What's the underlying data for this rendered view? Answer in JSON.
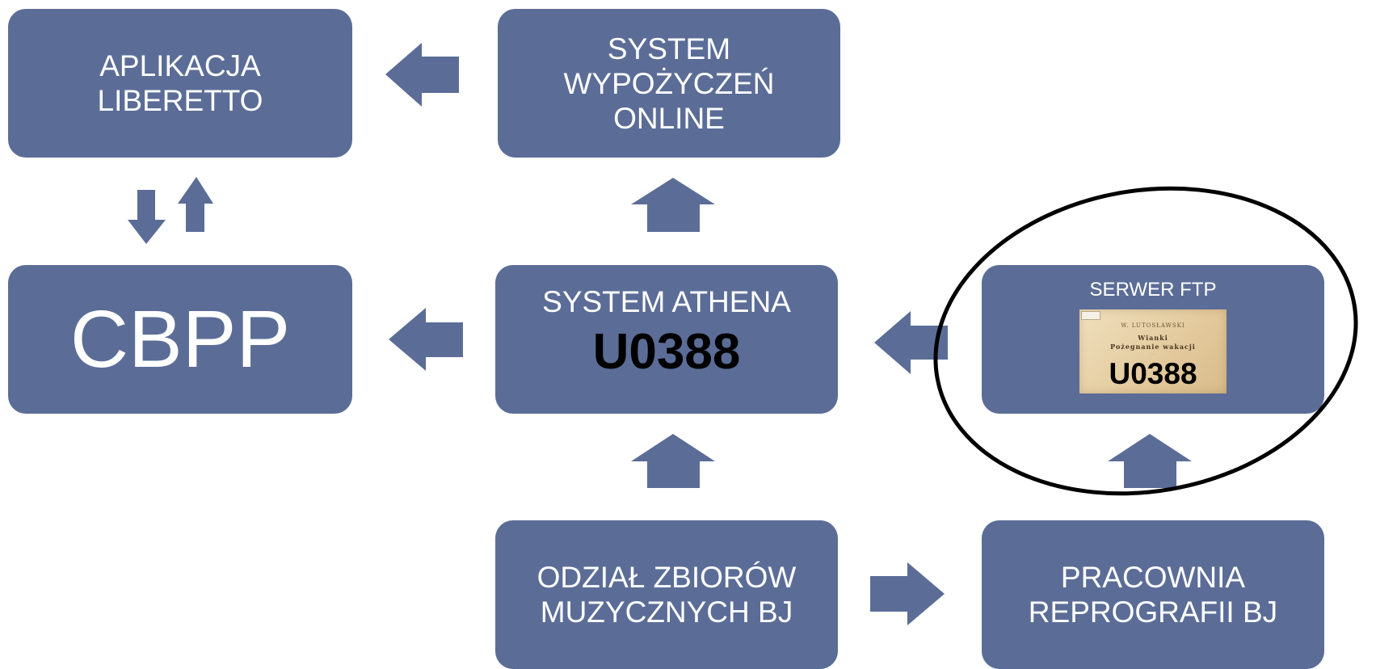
{
  "colors": {
    "box_fill": "#5b6d97",
    "arrow_fill": "#5b6d97",
    "box_text": "#ffffff",
    "code_text": "#000000",
    "highlight_ellipse": "#000000"
  },
  "boxes": {
    "aplikacja": {
      "label": "APLIKACJA\nLIBERETTO"
    },
    "system_wypozyczen": {
      "label": "SYSTEM\nWYPOŻYCZEŃ\nONLINE"
    },
    "cbpp": {
      "label": "CBPP"
    },
    "athena": {
      "label": "SYSTEM ATHENA",
      "code": "U0388"
    },
    "ftp": {
      "label": "SERWER FTP",
      "thumbnail": {
        "author": "W. LUTOSŁAWSKI",
        "title": "Wianki",
        "subtitle": "Pożegnanie wakacji",
        "code": "U0388"
      }
    },
    "odzial": {
      "label": "ODZIAŁ ZBIORÓW\nMUZYCZNYCH BJ"
    },
    "pracownia": {
      "label": "PRACOWNIA\nREPROGRAFII BJ"
    }
  },
  "arrows": [
    {
      "from": "system_wypozyczen",
      "to": "aplikacja",
      "icon": "arrow-left-icon"
    },
    {
      "from": "aplikacja",
      "to": "cbpp",
      "icon": "arrow-down-icon"
    },
    {
      "from": "cbpp",
      "to": "aplikacja",
      "icon": "arrow-up-icon"
    },
    {
      "from": "athena",
      "to": "system_wypozyczen",
      "icon": "arrow-up-icon"
    },
    {
      "from": "athena",
      "to": "cbpp",
      "icon": "arrow-left-icon"
    },
    {
      "from": "ftp",
      "to": "athena",
      "icon": "arrow-left-icon"
    },
    {
      "from": "odzial",
      "to": "athena",
      "icon": "arrow-up-icon"
    },
    {
      "from": "pracownia",
      "to": "ftp",
      "icon": "arrow-up-icon"
    },
    {
      "from": "odzial",
      "to": "pracownia",
      "icon": "arrow-right-icon"
    }
  ],
  "highlight": {
    "target": "ftp",
    "shape": "ellipse"
  }
}
